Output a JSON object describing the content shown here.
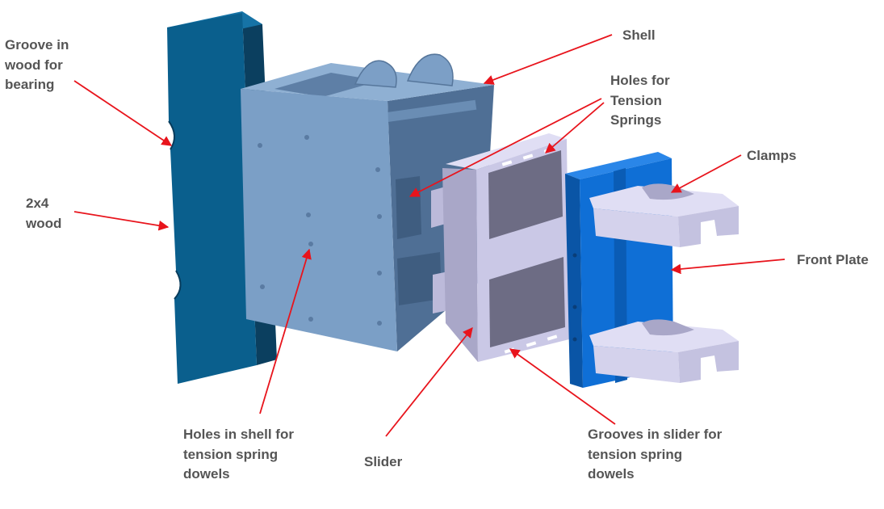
{
  "diagram": {
    "colors": {
      "wood_face": "#0a5f8d",
      "wood_side": "#0b3f5f",
      "shell_face": "#7b9fc6",
      "shell_top": "#8fb0d3",
      "shell_dark": "#4f6f95",
      "slider_face": "#cac8e6",
      "slider_dark": "#6d6c84",
      "slider_light": "#e0def4",
      "plate_face": "#0f6fd6",
      "plate_dark": "#0a55a6",
      "clamp_face": "#d4d2ec",
      "clamp_dark": "#a9a7c8",
      "arrow": "#e8141c",
      "label_text": "#555555"
    },
    "labels": {
      "groove_wood": [
        "Groove in",
        "wood for",
        "bearing"
      ],
      "wood_2x4": [
        "2x4",
        "wood"
      ],
      "shell": [
        "Shell"
      ],
      "holes_tension": [
        "Holes for",
        "Tension",
        "Springs"
      ],
      "clamps": [
        "Clamps"
      ],
      "front_plate": [
        "Front Plate"
      ],
      "holes_shell": [
        "Holes in shell for",
        "tension spring",
        "dowels"
      ],
      "slider": [
        "Slider"
      ],
      "grooves_slider": [
        "Grooves in slider for",
        "tension spring",
        "dowels"
      ]
    }
  }
}
